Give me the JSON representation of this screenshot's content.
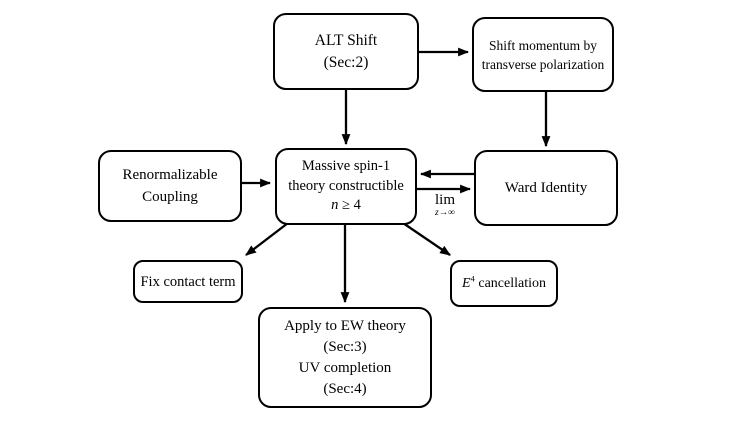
{
  "colors": {
    "background": "#ffffff",
    "line": "#000000",
    "text": "#000000"
  },
  "nodes": [
    {
      "id": "alt-shift",
      "lines": [
        "ALT Shift",
        "(Sec:2)"
      ]
    },
    {
      "id": "shift-momentum",
      "lines": [
        "Shift momentum by",
        "transverse polarization"
      ]
    },
    {
      "id": "renormalizable-coupling",
      "lines": [
        "Renormalizable",
        "Coupling"
      ]
    },
    {
      "id": "massive-spin1",
      "lines": [
        "Massive spin-1",
        "theory constructible",
        [
          {
            "t": "n",
            "i": true
          },
          {
            "t": " ≥ 4"
          }
        ]
      ]
    },
    {
      "id": "ward-identity",
      "lines": [
        "Ward Identity"
      ]
    },
    {
      "id": "fix-contact-term",
      "lines": [
        "Fix contact term"
      ]
    },
    {
      "id": "e4-cancellation",
      "lines": [
        [
          {
            "t": "E",
            "i": true
          },
          {
            "t": "4",
            "sup": true
          },
          {
            "t": " cancellation"
          }
        ]
      ]
    },
    {
      "id": "apply-ew",
      "lines": [
        "Apply to EW theory",
        "(Sec:3)",
        "UV completion",
        "(Sec:4)"
      ]
    }
  ],
  "edge_label": {
    "top": "lim",
    "bottom": "z→∞"
  },
  "edges": [
    {
      "from": "alt-shift",
      "to": "shift-momentum"
    },
    {
      "from": "alt-shift",
      "to": "massive-spin1"
    },
    {
      "from": "shift-momentum",
      "to": "ward-identity"
    },
    {
      "from": "renormalizable-coupling",
      "to": "massive-spin1"
    },
    {
      "from": "ward-identity",
      "to": "massive-spin1"
    },
    {
      "from": "massive-spin1",
      "to": "ward-identity",
      "label": "lim z→∞"
    },
    {
      "from": "massive-spin1",
      "to": "fix-contact-term"
    },
    {
      "from": "massive-spin1",
      "to": "e4-cancellation"
    },
    {
      "from": "massive-spin1",
      "to": "apply-ew"
    }
  ]
}
